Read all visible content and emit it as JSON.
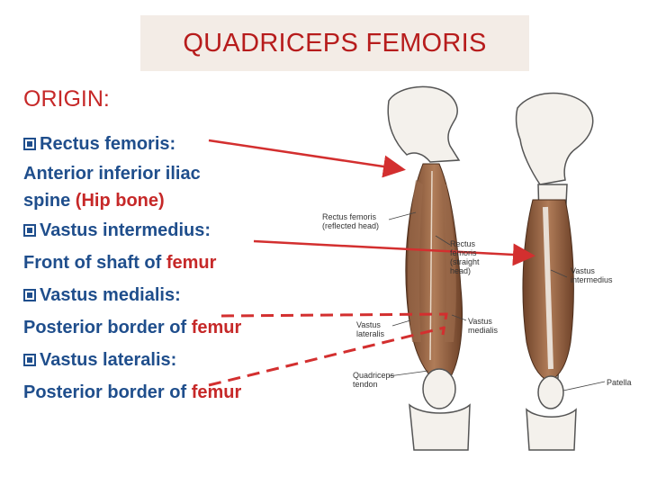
{
  "title": "QUADRICEPS FEMORIS",
  "origin_heading": "ORIGIN:",
  "items": [
    {
      "name": "Rectus femoris:",
      "desc_lines": [
        "Anterior inferior iliac",
        "spine "
      ],
      "desc_highlight": "(Hip bone)"
    },
    {
      "name": "Vastus intermedius:",
      "desc": "Front of shaft of ",
      "desc_highlight": "femur"
    },
    {
      "name": "Vastus medialis:",
      "desc": "Posterior border of ",
      "desc_highlight": "femur"
    },
    {
      "name": "Vastus lateralis:",
      "desc": "Posterior border of ",
      "desc_highlight": "femur"
    }
  ],
  "figure_labels": {
    "rectus_reflected": [
      "Rectus femoris",
      "(reflected head)"
    ],
    "rectus_straight": [
      "Rectus",
      "femoris",
      "(straight",
      "head)"
    ],
    "vastus_intermedius": [
      "Vastus",
      "intermedius"
    ],
    "vastus_lateralis": [
      "Vastus",
      "lateralis"
    ],
    "vastus_medialis": [
      "Vastus",
      "medialis"
    ],
    "quadriceps_tendon": [
      "Quadriceps",
      "tendon"
    ],
    "patella": "Patella"
  },
  "colors": {
    "title": "#b71c1c",
    "body": "#1f4e8c",
    "highlight": "#c62828",
    "arrow": "#d32f2f",
    "muscle": "#8d5a3b"
  }
}
